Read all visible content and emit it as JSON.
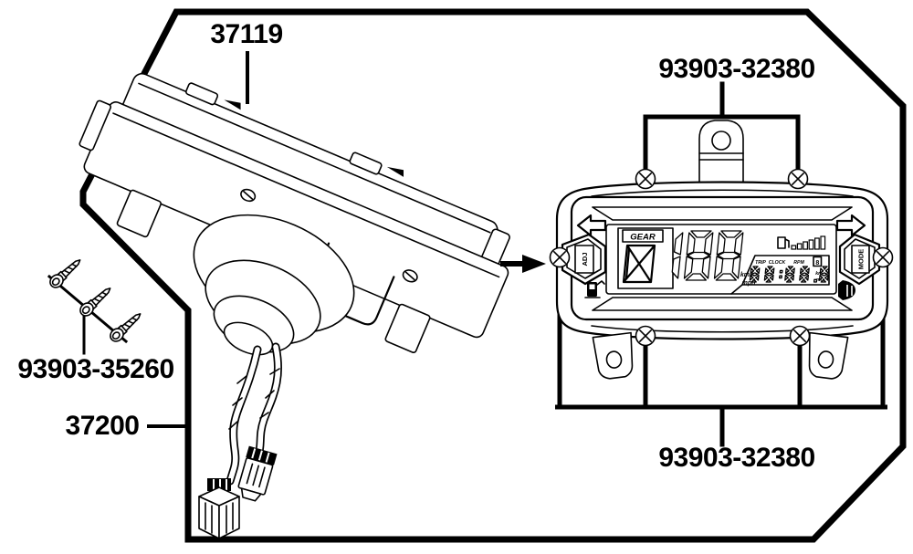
{
  "diagram": {
    "kind": "exploded-parts-diagram",
    "subject": "speedometer-instrument-cluster",
    "background_color": "#ffffff",
    "line_color": "#000000"
  },
  "callouts": {
    "meter_cover": "37119",
    "bracket_top": "93903-32380",
    "screw_set": "93903-35260",
    "assembly": "37200",
    "bracket_bottom": "93903-32380"
  },
  "display": {
    "gear_label": "GEAR",
    "main_reading": "188",
    "speed_unit_top": "km/h",
    "speed_unit_bottom": "mph",
    "secondary_reading": "88:88.8",
    "secondary_label_1": "TRIP",
    "secondary_label_2": "CLOCK",
    "secondary_label_3": "RPM",
    "secondary_flag": "8",
    "odo_unit_top": "km",
    "odo_unit_bottom": "mi",
    "left_button": "ADJ",
    "right_button": "MODE",
    "fuel_bars": 6,
    "icons": [
      "left-turn-arrow",
      "right-turn-arrow",
      "fuel-pump",
      "fuel-gauge",
      "headlight"
    ]
  }
}
